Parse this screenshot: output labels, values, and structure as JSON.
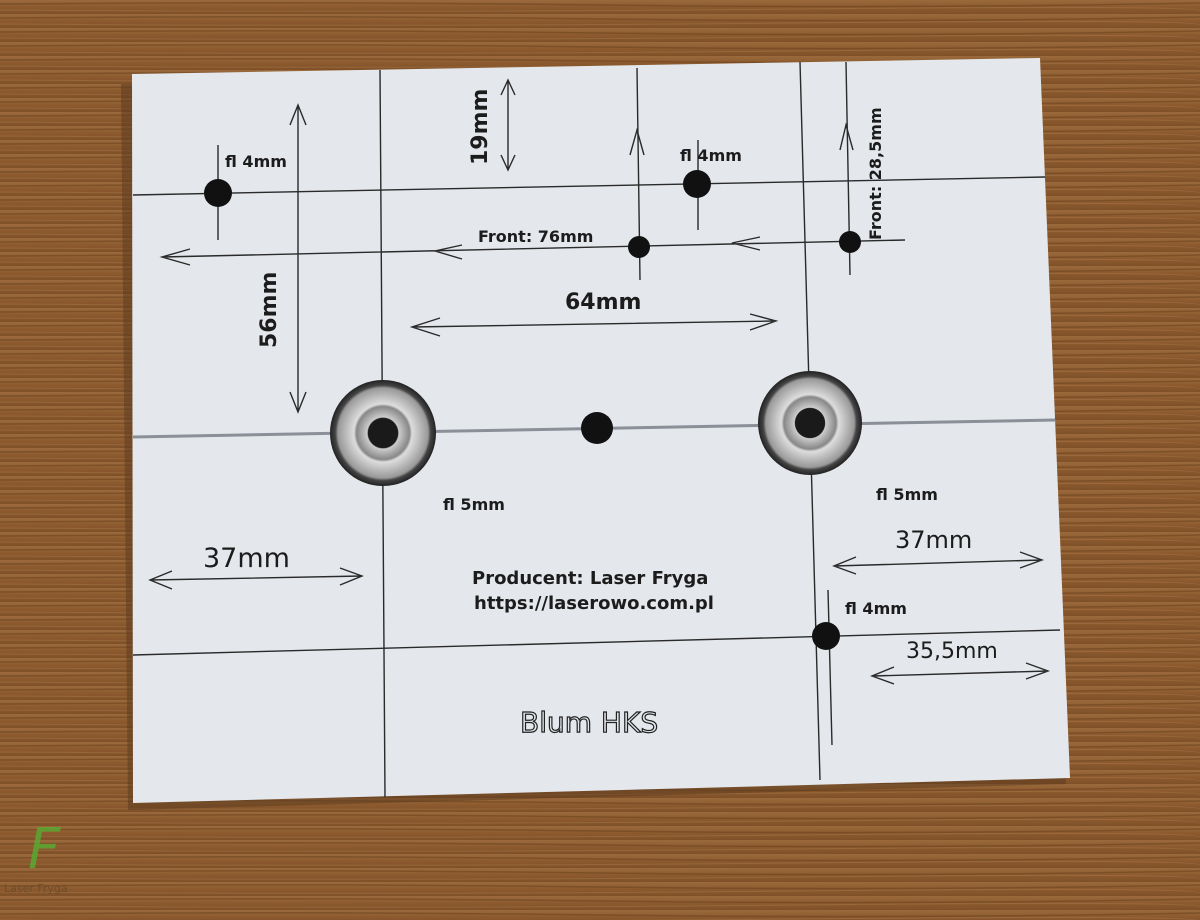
{
  "jig": {
    "brand_text": "Blum HKS",
    "producer": "Producent: Laser Fryga",
    "url": "https://laserowo.com.pl",
    "labels": {
      "hole_tl": "fl 4mm",
      "hole_tc": "fl 4mm",
      "hole_br": "fl 4mm",
      "dim_19": "19mm",
      "dim_56": "56mm",
      "dim_64": "64mm",
      "front_76": "Front: 76mm",
      "front_28": "Front: 28,5mm",
      "bearing_l": "fl 5mm",
      "bearing_r": "fl 5mm",
      "dim_37_l": "37mm",
      "dim_37_r": "37mm",
      "dim_35": "35,5mm"
    }
  },
  "watermark": {
    "letter": "F",
    "text": "Laser Fryga",
    "color": "#5aa832"
  }
}
